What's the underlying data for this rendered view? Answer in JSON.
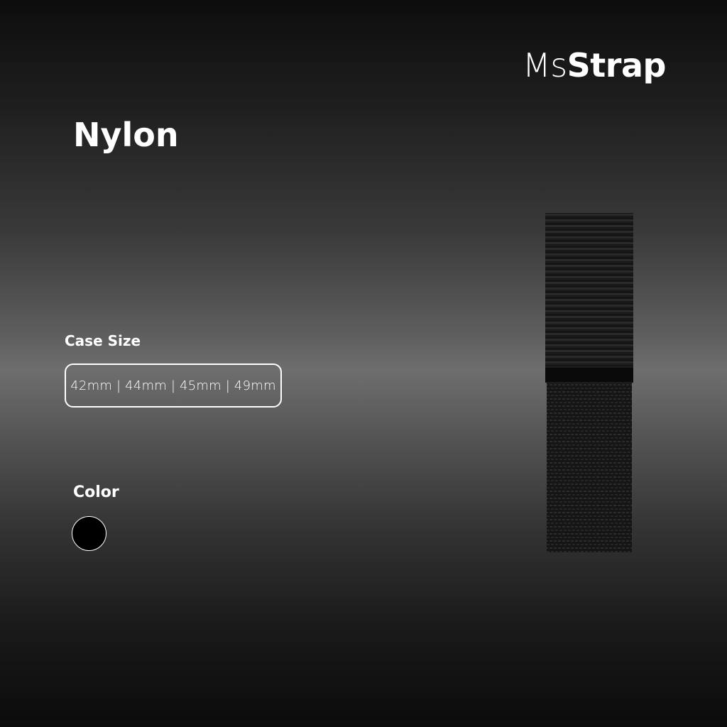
{
  "brand": {
    "name_light": "Ms",
    "name_bold": "Strap"
  },
  "product": {
    "title": "Nylon"
  },
  "case_size": {
    "label": "Case Size",
    "options_text": "42mm | 44mm | 45mm | 49mm"
  },
  "color": {
    "label": "Color",
    "swatches": [
      {
        "hex": "#000000"
      }
    ]
  },
  "colors": {
    "text": "#ffffff",
    "strap": "#1a1a1a",
    "buckle": "#0a0a0a"
  },
  "icons": {
    "strap_image": "nylon-strap-icon"
  }
}
